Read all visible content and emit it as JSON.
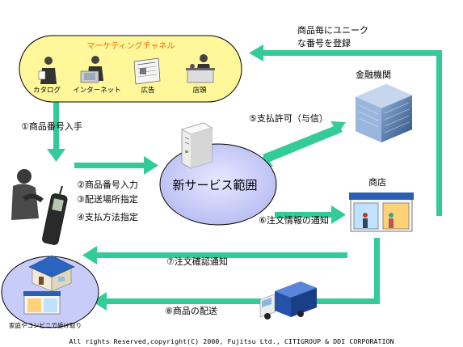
{
  "marketing": {
    "title": "マーケティングチャネル",
    "items": [
      {
        "label": "カタログ",
        "icon": "catalog-person-icon"
      },
      {
        "label": "インターネット",
        "icon": "internet-person-icon"
      },
      {
        "label": "広告",
        "icon": "newspaper-ad-icon"
      },
      {
        "label": "店頭",
        "icon": "store-counter-icon"
      }
    ]
  },
  "register_note": {
    "line1": "商品毎にユニーク",
    "line2": "な番号を登録"
  },
  "nodes": {
    "bank": "金融機関",
    "service": "新サービス範囲",
    "store": "商店",
    "home": "家庭やコンビニで受け取り"
  },
  "steps": {
    "s1": "①商品番号入手",
    "s2": "②商品番号入力",
    "s3": "③配送場所指定",
    "s4": "④支払方法指定",
    "s5": "⑤支払許可（与信）",
    "s6": "⑥注文情報の通知",
    "s7": "⑦注文確認通知",
    "s8": "⑧商品の配送"
  },
  "colors": {
    "arrow": "#33cc99",
    "channel_fill": "#fff799",
    "service_fill": "#c8ccf8",
    "home_fill": "#c8ccf8",
    "title_orange": "#ff6600"
  },
  "footer": "All rights Reserved,copyright(C) 2000, Fujitsu Ltd., CITIGROUP & DDI CORPORATION"
}
